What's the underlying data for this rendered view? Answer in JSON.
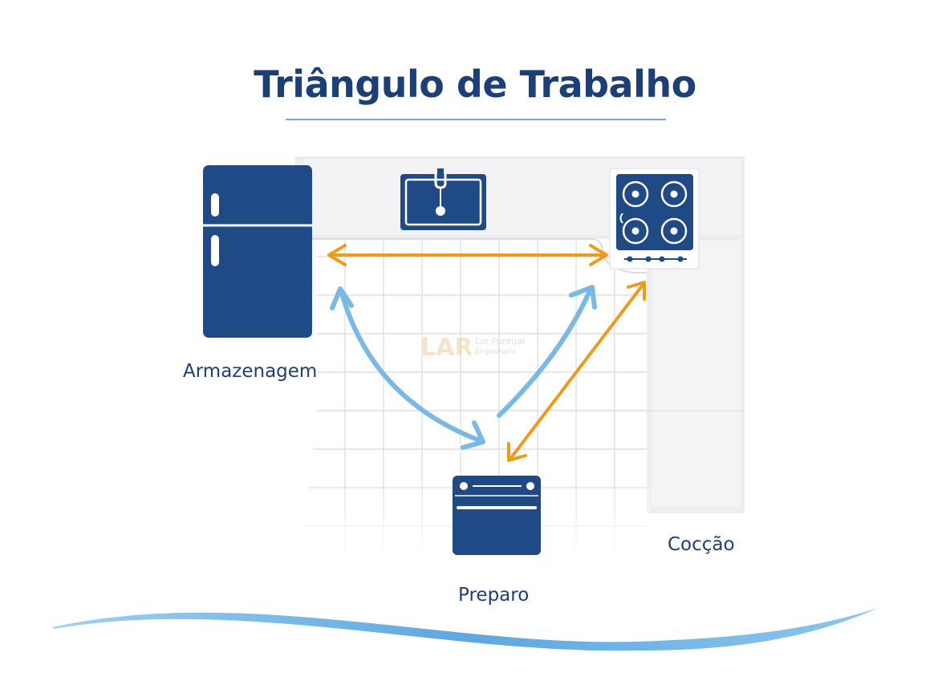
{
  "title": "Triângulo de Trabalho",
  "labels": {
    "storage": "Armazenagem",
    "prep": "Preparo",
    "cooking": "Cocção"
  },
  "watermark": {
    "logo_text": "LAR",
    "line1": "Lar Pontual",
    "line2": "Engenharia"
  },
  "colors": {
    "title": "#1d3f78",
    "appliance": "#1f4a85",
    "orange_arrow": "#ef9a1c",
    "blue_arrow": "#7ab8e6",
    "wave": "#6fb0e4"
  },
  "icons": {
    "storage": "refrigerator-icon",
    "sink": "sink-icon",
    "cooking": "cooktop-icon",
    "prep": "oven-icon"
  }
}
